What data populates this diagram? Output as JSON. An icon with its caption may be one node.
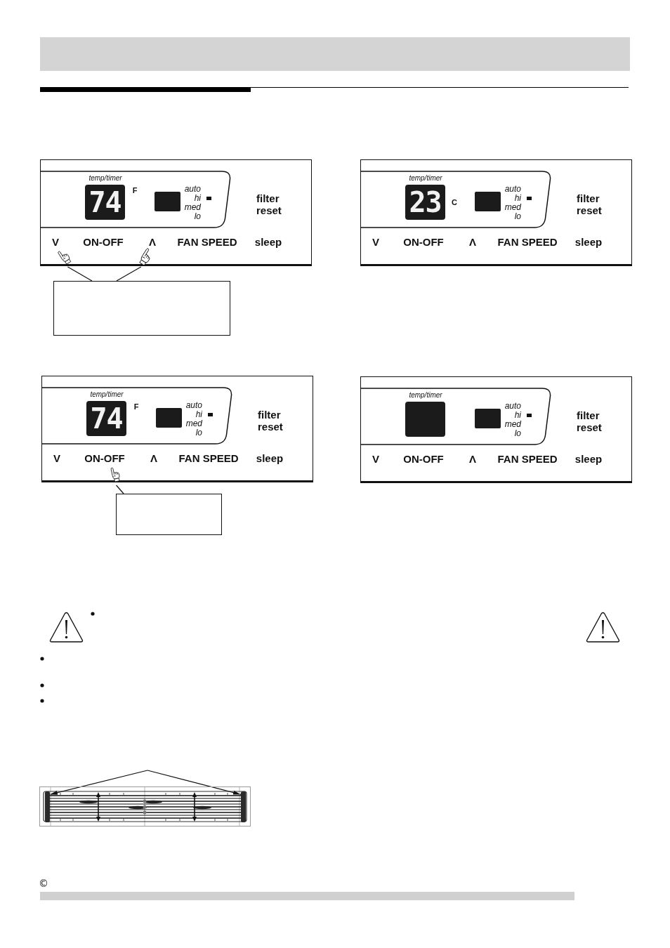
{
  "diagram": {
    "nodes": [
      {
        "text": [
          "filter reset",
          "V",
          "ON-OFF",
          "Λ",
          "FAN SPEED",
          "sleep"
        ]
      },
      {
        "text": [
          "temp/timer",
          "F",
          "auto",
          "hi",
          "med",
          "lo"
        ],
        "in": 0
      },
      {
        "text": [
          "74"
        ],
        "in": 1
      },
      {
        "text": [],
        "shape": "box",
        "in": 1
      },
      {
        "text": [],
        "shape": "hand",
        "in": 0
      },
      {
        "text": [],
        "shape": "hand",
        "in": 0
      },
      {
        "text": [],
        "shape": "box"
      },
      {
        "text": [
          "filter reset",
          "V",
          "ON-OFF",
          "Λ",
          "FAN SPEED",
          "sleep"
        ]
      },
      {
        "text": [
          "temp/timer",
          "C",
          "auto",
          "hi",
          "med",
          "lo"
        ],
        "in": 7
      },
      {
        "text": [
          "23"
        ],
        "in": 8
      },
      {
        "text": [],
        "shape": "box",
        "in": 8
      },
      {
        "text": [
          "filter reset",
          "V",
          "ON-OFF",
          "Λ",
          "FAN SPEED",
          "sleep"
        ]
      },
      {
        "text": [
          "temp/timer",
          "F",
          "auto",
          "hi",
          "med",
          "lo"
        ],
        "in": 11
      },
      {
        "text": [
          "74"
        ],
        "in": 12
      },
      {
        "text": [],
        "shape": "box",
        "in": 12
      },
      {
        "text": [],
        "shape": "hand",
        "in": 11
      },
      {
        "text": [],
        "shape": "box"
      },
      {
        "text": [
          "filter reset",
          "V",
          "ON-OFF",
          "Λ",
          "FAN SPEED",
          "sleep"
        ]
      },
      {
        "text": [
          "temp/timer",
          "auto",
          "hi",
          "med",
          "lo"
        ],
        "in": 17
      },
      {
        "text": [],
        "shape": "box",
        "in": 18
      },
      {
        "text": [],
        "shape": "box",
        "in": 18
      },
      {
        "text": [],
        "shape": "picture"
      },
      {
        "text": [],
        "shape": "bar",
        "in": 21
      },
      {
        "text": [],
        "shape": "bar",
        "in": 21
      }
    ],
    "edges": [
      {
        "from": 6,
        "to": 4,
        "arrow": "none"
      },
      {
        "from": 6,
        "to": 5,
        "arrow": "none"
      },
      {
        "from": 16,
        "to": 15,
        "arrow": "none"
      },
      {
        "from": null,
        "to": 22,
        "arrow": "to"
      },
      {
        "from": null,
        "to": 23,
        "arrow": "to"
      }
    ],
    "labels": [
      "©"
    ]
  }
}
